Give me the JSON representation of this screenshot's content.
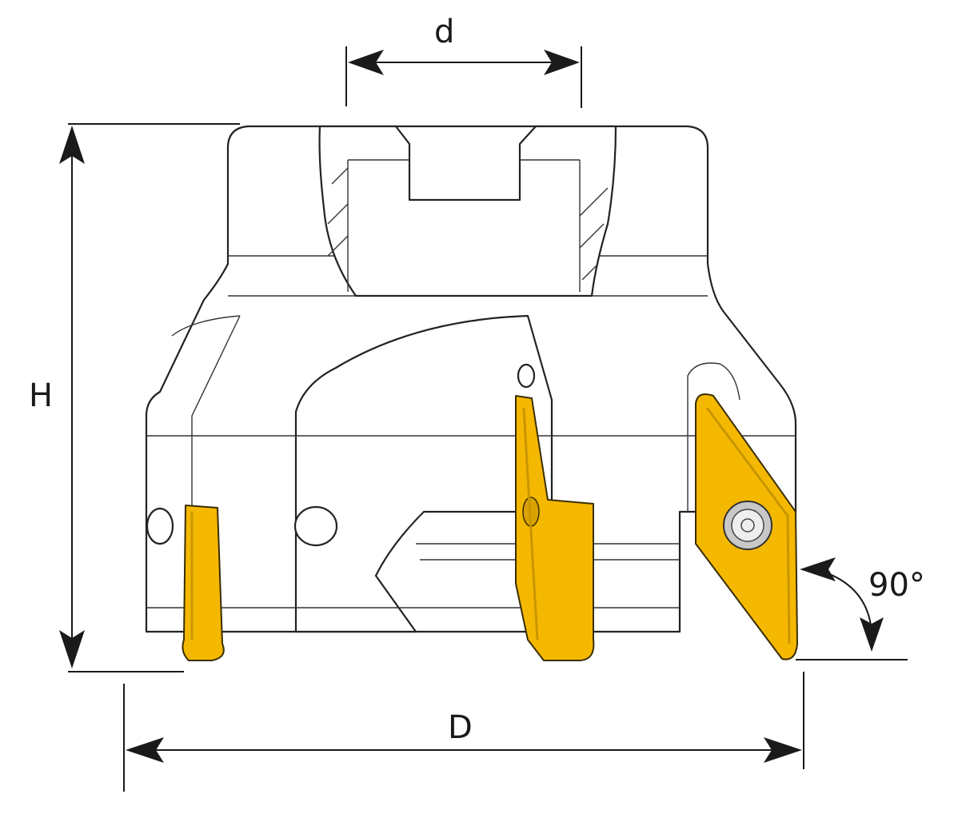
{
  "labels": {
    "d": "d",
    "H": "H",
    "D": "D",
    "angle": "90°"
  },
  "colors": {
    "insert": "#F5B800",
    "insert_dark": "#C99600",
    "line": "#222222"
  }
}
